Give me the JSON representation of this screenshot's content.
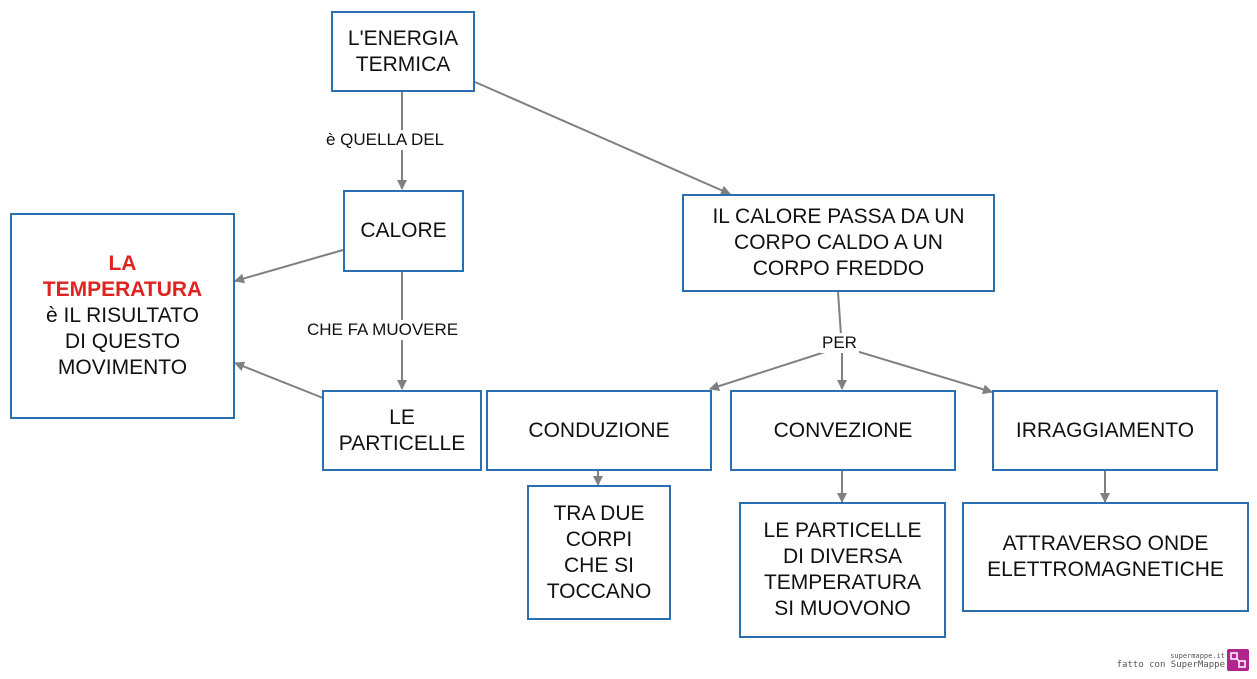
{
  "nodes": {
    "energia": "L'ENERGIA\nTERMICA",
    "calore": "CALORE",
    "temperatura_title": "LA\nTEMPERATURA",
    "temperatura_text": "è IL RISULTATO\nDI QUESTO\nMOVIMENTO",
    "particelle": "LE\nPARTICELLE",
    "passa": "IL CALORE PASSA DA UN\nCORPO CALDO A UN\nCORPO FREDDO",
    "conduzione": "CONDUZIONE",
    "convezione": "CONVEZIONE",
    "irraggiamento": "IRRAGGIAMENTO",
    "tra_due": "TRA DUE\nCORPI\nCHE SI\nTOCCANO",
    "particelle_diverse": "LE PARTICELLE\nDI DIVERSA\nTEMPERATURA\nSI MUOVONO",
    "onde": "ATTRAVERSO ONDE\nELETTROMAGNETICHE"
  },
  "edge_labels": {
    "quella_del": "è QUELLA DEL",
    "fa_muovere": "CHE FA MUOVERE",
    "per": "PER"
  },
  "footer": {
    "site": "supermappe.it",
    "made_with": "fatto con SuperMappe"
  },
  "colors": {
    "node_border": "#2a6fb0",
    "highlight_text": "#e0231f",
    "arrow": "#808080",
    "logo": "#b0268e"
  }
}
